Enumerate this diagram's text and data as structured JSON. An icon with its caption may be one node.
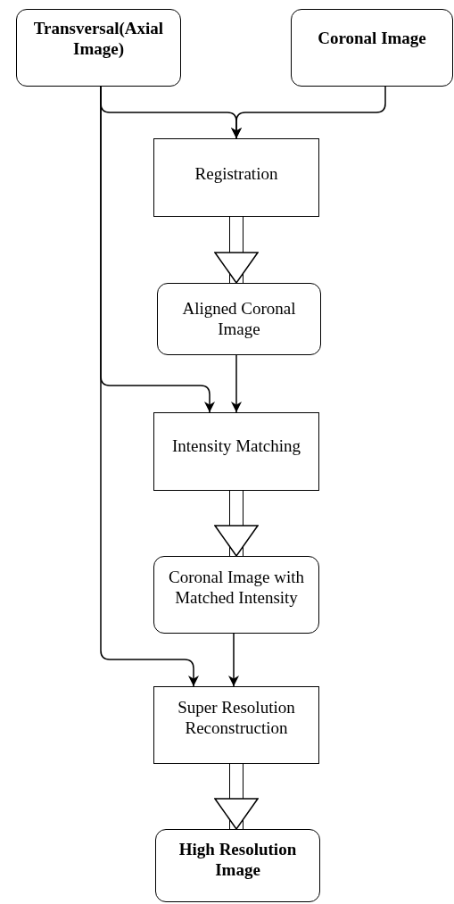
{
  "diagram": {
    "nodes": [
      {
        "text": [
          "Transversal(Axial Image)"
        ]
      },
      {
        "text": [
          "Coronal Image"
        ]
      },
      {
        "text": [
          "Registration"
        ]
      },
      {
        "text": [
          "Aligned Coronal Image"
        ]
      },
      {
        "text": [
          "Intensity Matching"
        ]
      },
      {
        "text": [
          "Coronal Image with Matched Intensity"
        ]
      },
      {
        "text": [
          "Super Resolution Reconstruction"
        ]
      },
      {
        "text": [
          "High Resolution Image"
        ]
      }
    ],
    "edges": [
      {
        "from": 0,
        "to": 2,
        "arrow": "to"
      },
      {
        "from": 1,
        "to": 2,
        "arrow": "to"
      },
      {
        "from": 2,
        "to": 3,
        "arrow": "to",
        "style": "thick"
      },
      {
        "from": 3,
        "to": 4,
        "arrow": "to"
      },
      {
        "from": 0,
        "to": 4,
        "arrow": "to"
      },
      {
        "from": 4,
        "to": 5,
        "arrow": "to",
        "style": "thick"
      },
      {
        "from": 5,
        "to": 6,
        "arrow": "to"
      },
      {
        "from": 0,
        "to": 6,
        "arrow": "to"
      },
      {
        "from": 6,
        "to": 7,
        "arrow": "to",
        "style": "thick"
      }
    ]
  }
}
